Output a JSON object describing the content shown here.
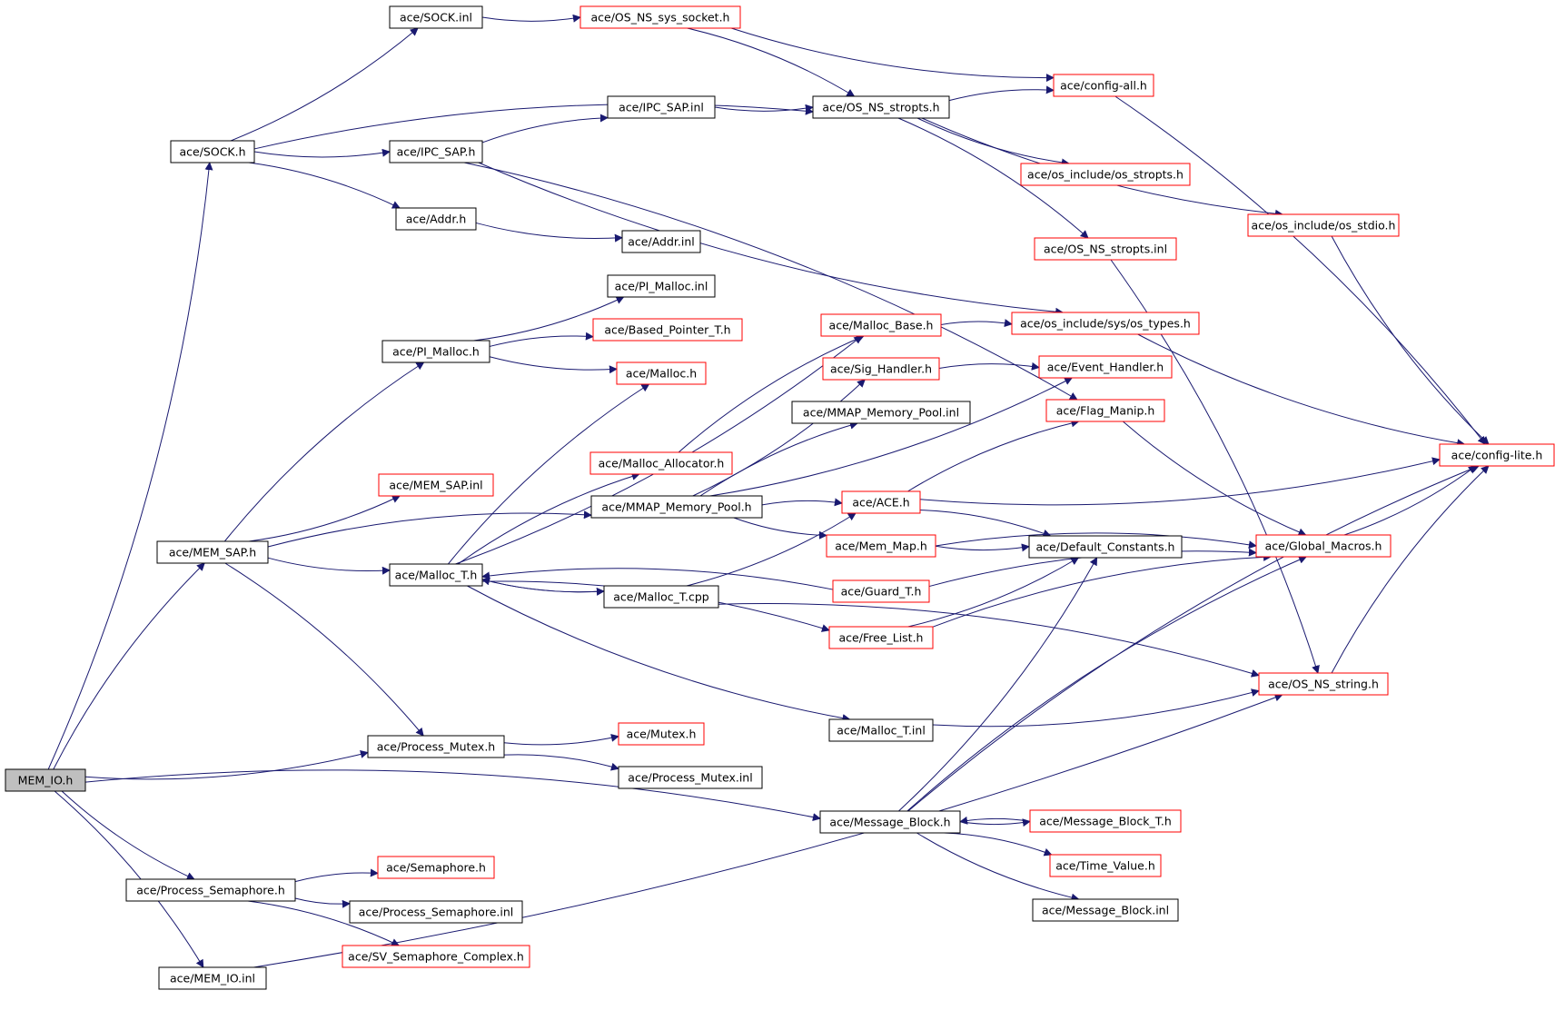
{
  "colors": {
    "edge": "#191970",
    "node_border_default": "#000000",
    "node_border_truncated": "#ff0000",
    "root_fill": "#bfbfbf",
    "node_fill": "#ffffff"
  },
  "nodes": [
    {
      "id": "mem_io_h",
      "label": "MEM_IO.h",
      "style": "root"
    },
    {
      "id": "sock_h",
      "label": "ace/SOCK.h",
      "style": "black"
    },
    {
      "id": "sock_inl",
      "label": "ace/SOCK.inl",
      "style": "black"
    },
    {
      "id": "os_ns_sys_socket_h",
      "label": "ace/OS_NS_sys_socket.h",
      "style": "red"
    },
    {
      "id": "config_all_h",
      "label": "ace/config-all.h",
      "style": "red"
    },
    {
      "id": "ipc_sap_inl",
      "label": "ace/IPC_SAP.inl",
      "style": "black"
    },
    {
      "id": "os_ns_stropts_h",
      "label": "ace/OS_NS_stropts.h",
      "style": "black"
    },
    {
      "id": "ipc_sap_h",
      "label": "ace/IPC_SAP.h",
      "style": "black"
    },
    {
      "id": "os_include_os_stropts_h",
      "label": "ace/os_include/os_stropts.h",
      "style": "red"
    },
    {
      "id": "os_include_os_stdio_h",
      "label": "ace/os_include/os_stdio.h",
      "style": "red"
    },
    {
      "id": "addr_h",
      "label": "ace/Addr.h",
      "style": "black"
    },
    {
      "id": "addr_inl",
      "label": "ace/Addr.inl",
      "style": "black"
    },
    {
      "id": "os_ns_stropts_inl",
      "label": "ace/OS_NS_stropts.inl",
      "style": "red"
    },
    {
      "id": "pi_malloc_inl",
      "label": "ace/PI_Malloc.inl",
      "style": "black"
    },
    {
      "id": "based_pointer_t_h",
      "label": "ace/Based_Pointer_T.h",
      "style": "red"
    },
    {
      "id": "malloc_base_h",
      "label": "ace/Malloc_Base.h",
      "style": "red"
    },
    {
      "id": "os_types_h",
      "label": "ace/os_include/sys/os_types.h",
      "style": "red"
    },
    {
      "id": "pi_malloc_h",
      "label": "ace/PI_Malloc.h",
      "style": "black"
    },
    {
      "id": "malloc_h",
      "label": "ace/Malloc.h",
      "style": "red"
    },
    {
      "id": "sig_handler_h",
      "label": "ace/Sig_Handler.h",
      "style": "red"
    },
    {
      "id": "event_handler_h",
      "label": "ace/Event_Handler.h",
      "style": "red"
    },
    {
      "id": "mmap_memory_pool_inl",
      "label": "ace/MMAP_Memory_Pool.inl",
      "style": "black"
    },
    {
      "id": "flag_manip_h",
      "label": "ace/Flag_Manip.h",
      "style": "red"
    },
    {
      "id": "config_lite_h",
      "label": "ace/config-lite.h",
      "style": "red"
    },
    {
      "id": "malloc_allocator_h",
      "label": "ace/Malloc_Allocator.h",
      "style": "red"
    },
    {
      "id": "mem_sap_inl",
      "label": "ace/MEM_SAP.inl",
      "style": "red"
    },
    {
      "id": "mmap_memory_pool_h",
      "label": "ace/MMAP_Memory_Pool.h",
      "style": "black"
    },
    {
      "id": "ace_h",
      "label": "ace/ACE.h",
      "style": "red"
    },
    {
      "id": "mem_sap_h",
      "label": "ace/MEM_SAP.h",
      "style": "black"
    },
    {
      "id": "mem_map_h",
      "label": "ace/Mem_Map.h",
      "style": "red"
    },
    {
      "id": "default_constants_h",
      "label": "ace/Default_Constants.h",
      "style": "black"
    },
    {
      "id": "global_macros_h",
      "label": "ace/Global_Macros.h",
      "style": "red"
    },
    {
      "id": "malloc_t_h",
      "label": "ace/Malloc_T.h",
      "style": "black"
    },
    {
      "id": "guard_t_h",
      "label": "ace/Guard_T.h",
      "style": "red"
    },
    {
      "id": "malloc_t_cpp",
      "label": "ace/Malloc_T.cpp",
      "style": "black"
    },
    {
      "id": "free_list_h",
      "label": "ace/Free_List.h",
      "style": "red"
    },
    {
      "id": "os_ns_string_h",
      "label": "ace/OS_NS_string.h",
      "style": "red"
    },
    {
      "id": "malloc_t_inl",
      "label": "ace/Malloc_T.inl",
      "style": "black"
    },
    {
      "id": "mutex_h",
      "label": "ace/Mutex.h",
      "style": "red"
    },
    {
      "id": "process_mutex_h",
      "label": "ace/Process_Mutex.h",
      "style": "black"
    },
    {
      "id": "process_mutex_inl",
      "label": "ace/Process_Mutex.inl",
      "style": "black"
    },
    {
      "id": "message_block_h",
      "label": "ace/Message_Block.h",
      "style": "black"
    },
    {
      "id": "message_block_t_h",
      "label": "ace/Message_Block_T.h",
      "style": "red"
    },
    {
      "id": "time_value_h",
      "label": "ace/Time_Value.h",
      "style": "red"
    },
    {
      "id": "message_block_inl",
      "label": "ace/Message_Block.inl",
      "style": "black"
    },
    {
      "id": "semaphore_h",
      "label": "ace/Semaphore.h",
      "style": "red"
    },
    {
      "id": "process_semaphore_h",
      "label": "ace/Process_Semaphore.h",
      "style": "black"
    },
    {
      "id": "process_semaphore_inl",
      "label": "ace/Process_Semaphore.inl",
      "style": "black"
    },
    {
      "id": "sv_semaphore_complex_h",
      "label": "ace/SV_Semaphore_Complex.h",
      "style": "red"
    },
    {
      "id": "mem_io_inl",
      "label": "ace/MEM_IO.inl",
      "style": "black"
    }
  ],
  "edges": [
    {
      "from": "mem_io_h",
      "to": "sock_h"
    },
    {
      "from": "mem_io_h",
      "to": "mem_sap_h"
    },
    {
      "from": "mem_io_h",
      "to": "process_mutex_h"
    },
    {
      "from": "mem_io_h",
      "to": "message_block_h"
    },
    {
      "from": "mem_io_h",
      "to": "process_semaphore_h"
    },
    {
      "from": "mem_io_h",
      "to": "mem_io_inl"
    },
    {
      "from": "sock_h",
      "to": "sock_inl"
    },
    {
      "from": "sock_h",
      "to": "os_ns_stropts_h"
    },
    {
      "from": "sock_h",
      "to": "ipc_sap_h"
    },
    {
      "from": "sock_h",
      "to": "addr_h"
    },
    {
      "from": "sock_inl",
      "to": "os_ns_sys_socket_h"
    },
    {
      "from": "os_ns_sys_socket_h",
      "to": "os_ns_stropts_h"
    },
    {
      "from": "os_ns_sys_socket_h",
      "to": "config_all_h"
    },
    {
      "from": "ipc_sap_h",
      "to": "ipc_sap_inl"
    },
    {
      "from": "ipc_sap_h",
      "to": "os_types_h"
    },
    {
      "from": "ipc_sap_h",
      "to": "flag_manip_h"
    },
    {
      "from": "ipc_sap_inl",
      "to": "os_ns_stropts_h"
    },
    {
      "from": "os_ns_stropts_h",
      "to": "config_all_h"
    },
    {
      "from": "os_ns_stropts_h",
      "to": "os_include_os_stropts_h"
    },
    {
      "from": "os_ns_stropts_h",
      "to": "os_ns_stropts_inl"
    },
    {
      "from": "os_ns_stropts_h",
      "to": "os_include_os_stdio_h"
    },
    {
      "from": "config_all_h",
      "to": "config_lite_h"
    },
    {
      "from": "os_include_os_stdio_h",
      "to": "config_lite_h"
    },
    {
      "from": "os_ns_stropts_inl",
      "to": "os_ns_string_h"
    },
    {
      "from": "addr_h",
      "to": "addr_inl"
    },
    {
      "from": "mem_sap_h",
      "to": "pi_malloc_h"
    },
    {
      "from": "mem_sap_h",
      "to": "mem_sap_inl"
    },
    {
      "from": "mem_sap_h",
      "to": "mmap_memory_pool_h"
    },
    {
      "from": "mem_sap_h",
      "to": "malloc_t_h"
    },
    {
      "from": "mem_sap_h",
      "to": "process_mutex_h"
    },
    {
      "from": "pi_malloc_h",
      "to": "pi_malloc_inl"
    },
    {
      "from": "pi_malloc_h",
      "to": "based_pointer_t_h"
    },
    {
      "from": "pi_malloc_h",
      "to": "malloc_h"
    },
    {
      "from": "malloc_base_h",
      "to": "os_types_h"
    },
    {
      "from": "os_types_h",
      "to": "config_lite_h"
    },
    {
      "from": "sig_handler_h",
      "to": "event_handler_h"
    },
    {
      "from": "flag_manip_h",
      "to": "global_macros_h"
    },
    {
      "from": "malloc_allocator_h",
      "to": "malloc_base_h"
    },
    {
      "from": "mmap_memory_pool_h",
      "to": "sig_handler_h"
    },
    {
      "from": "mmap_memory_pool_h",
      "to": "mmap_memory_pool_inl"
    },
    {
      "from": "mmap_memory_pool_h",
      "to": "event_handler_h"
    },
    {
      "from": "mmap_memory_pool_h",
      "to": "ace_h"
    },
    {
      "from": "mmap_memory_pool_h",
      "to": "mem_map_h"
    },
    {
      "from": "ace_h",
      "to": "flag_manip_h"
    },
    {
      "from": "ace_h",
      "to": "config_lite_h"
    },
    {
      "from": "ace_h",
      "to": "default_constants_h"
    },
    {
      "from": "mem_map_h",
      "to": "default_constants_h"
    },
    {
      "from": "mem_map_h",
      "to": "global_macros_h"
    },
    {
      "from": "global_macros_h",
      "to": "config_lite_h"
    },
    {
      "from": "malloc_t_h",
      "to": "malloc_h"
    },
    {
      "from": "malloc_t_h",
      "to": "malloc_base_h"
    },
    {
      "from": "malloc_t_h",
      "to": "malloc_allocator_h"
    },
    {
      "from": "malloc_t_h",
      "to": "malloc_t_cpp"
    },
    {
      "from": "malloc_t_h",
      "to": "free_list_h"
    },
    {
      "from": "malloc_t_h",
      "to": "malloc_t_inl"
    },
    {
      "from": "malloc_t_cpp",
      "to": "malloc_t_h"
    },
    {
      "from": "malloc_t_cpp",
      "to": "ace_h"
    },
    {
      "from": "malloc_t_cpp",
      "to": "os_ns_string_h"
    },
    {
      "from": "guard_t_h",
      "to": "malloc_t_h"
    },
    {
      "from": "guard_t_h",
      "to": "global_macros_h"
    },
    {
      "from": "free_list_h",
      "to": "default_constants_h"
    },
    {
      "from": "free_list_h",
      "to": "global_macros_h"
    },
    {
      "from": "malloc_t_inl",
      "to": "os_ns_string_h"
    },
    {
      "from": "os_ns_string_h",
      "to": "config_lite_h"
    },
    {
      "from": "process_mutex_h",
      "to": "mutex_h"
    },
    {
      "from": "process_mutex_h",
      "to": "process_mutex_inl"
    },
    {
      "from": "message_block_h",
      "to": "default_constants_h"
    },
    {
      "from": "message_block_h",
      "to": "global_macros_h"
    },
    {
      "from": "message_block_h",
      "to": "message_block_t_h"
    },
    {
      "from": "message_block_h",
      "to": "time_value_h"
    },
    {
      "from": "message_block_h",
      "to": "message_block_inl"
    },
    {
      "from": "message_block_h",
      "to": "config_lite_h"
    },
    {
      "from": "message_block_t_h",
      "to": "message_block_h"
    },
    {
      "from": "process_semaphore_h",
      "to": "semaphore_h"
    },
    {
      "from": "process_semaphore_h",
      "to": "process_semaphore_inl"
    },
    {
      "from": "process_semaphore_h",
      "to": "sv_semaphore_complex_h"
    },
    {
      "from": "mem_io_inl",
      "to": "os_ns_string_h"
    }
  ]
}
